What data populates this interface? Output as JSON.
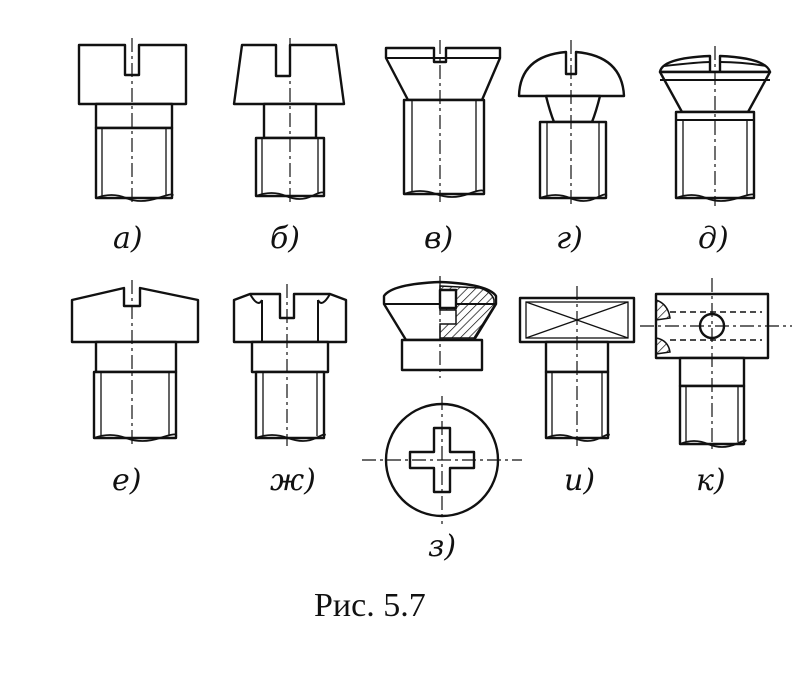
{
  "caption": "Рис. 5.7",
  "labels": {
    "a": "а)",
    "b": "б)",
    "v": "в)",
    "g": "г)",
    "d": "д)",
    "e": "е)",
    "zh": "ж)",
    "z": "з)",
    "i": "и)",
    "k": "к)"
  }
}
